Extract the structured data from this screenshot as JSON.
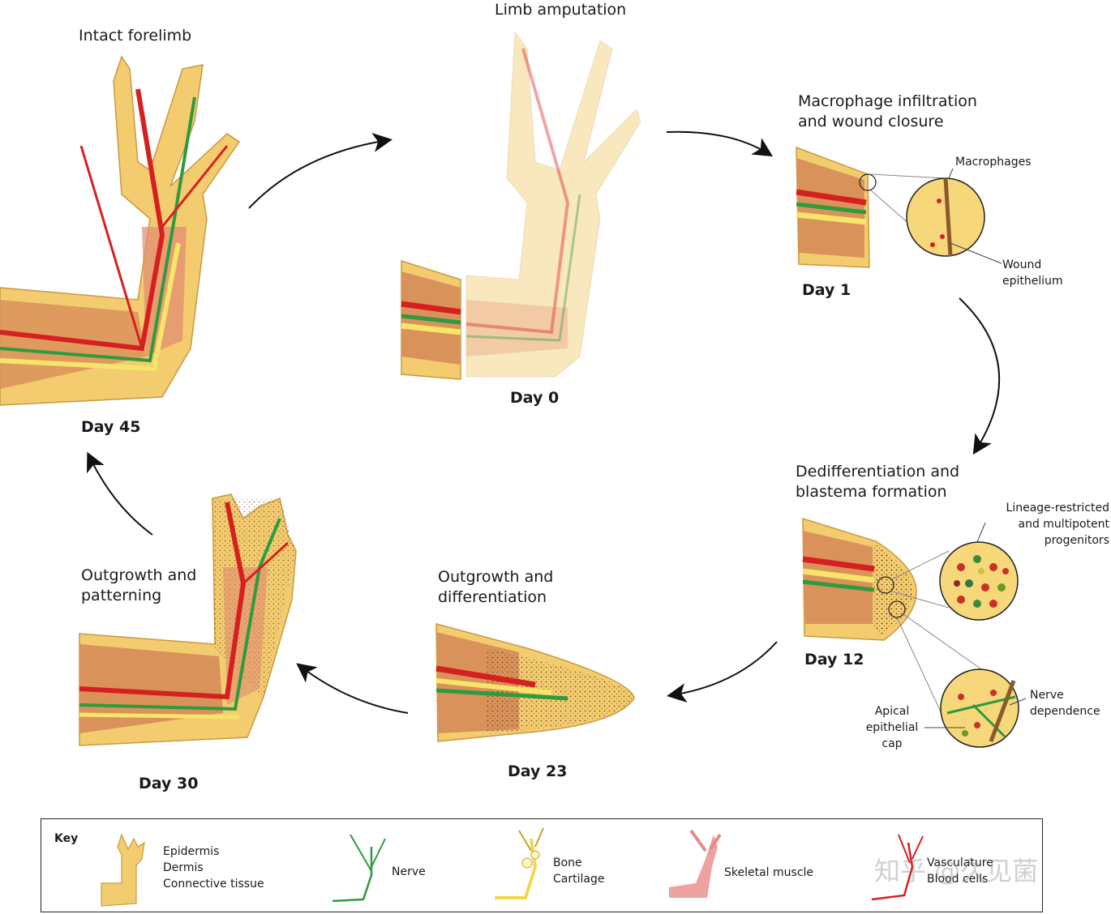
{
  "stages": {
    "day45": {
      "label": "Intact forelimb",
      "day": "Day 45"
    },
    "day0": {
      "label": "Limb amputation",
      "day": "Day 0"
    },
    "day1": {
      "label": "Macrophage infiltration\nand wound closure",
      "day": "Day 1",
      "callouts": {
        "macrophages": "Macrophages",
        "wound": "Wound\nepithelium"
      }
    },
    "day12": {
      "label": "Dedifferentiation and\nblastema formation",
      "day": "Day 12",
      "callouts": {
        "progenitors": "Lineage-restricted\nand multipotent\nprogenitors",
        "nerve": "Nerve\ndependence",
        "apical": "Apical\nepithelial\ncap"
      }
    },
    "day23": {
      "label": "Outgrowth and\ndifferentiation",
      "day": "Day 23"
    },
    "day30": {
      "label": "Outgrowth and\npatterning",
      "day": "Day 30"
    }
  },
  "key": {
    "title": "Key",
    "epidermis": "Epidermis\nDermis\nConnective tissue",
    "nerve": "Nerve",
    "bone": "Bone\nCartilage",
    "muscle": "Skeletal muscle",
    "vasculature": "Vasculature\nBlood cells"
  },
  "watermark": "知乎 @久见菌",
  "colors": {
    "skin": "#f3cc6f",
    "dermis": "#d9925a",
    "muscle": "#e08a70",
    "vessel": "#d62020",
    "nerve": "#2e9a3e",
    "bone": "#f7e46a"
  }
}
